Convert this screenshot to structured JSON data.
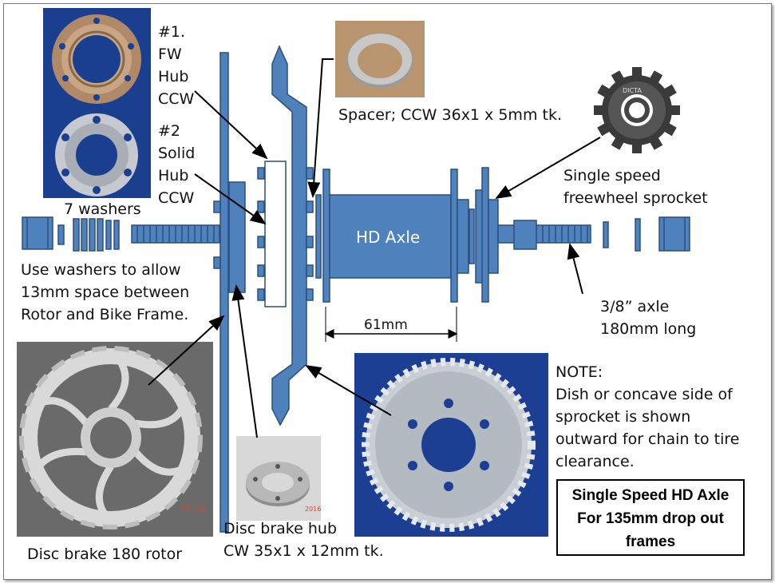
{
  "labels": {
    "fw_hub": [
      "#1.",
      "FW",
      "Hub",
      "CCW"
    ],
    "solid_hub": [
      "#2",
      "Solid",
      "Hub",
      "CCW"
    ],
    "washers_count": "7 washers",
    "washers_note": [
      "Use washers to allow",
      "13mm space between",
      "Rotor and Bike Frame."
    ],
    "spacer": "Spacer; CCW 36x1 x 5mm tk.",
    "freewheel": [
      "Single speed",
      "freewheel sprocket"
    ],
    "axle": "HD Axle",
    "dimension": "61mm",
    "axle_spec": [
      "3/8” axle",
      "180mm long"
    ],
    "note": [
      "NOTE:",
      "Dish or concave side of",
      "sprocket is shown",
      "outward for chain to tire",
      "clearance."
    ],
    "title_box": [
      "Single Speed HD Axle",
      "For 135mm drop out",
      "frames"
    ],
    "disc_rotor": "Disc brake 180 rotor",
    "disc_hub": [
      "Disc brake hub",
      "CW 35x1 x 12mm tk."
    ],
    "freewheel_print": "DICTA",
    "rotor_stamp": "2015/0",
    "hub_stamp": "2016/"
  },
  "colors": {
    "part_fill": "#4f81bd",
    "part_stroke": "#2a4f7c",
    "arrow": "#000000",
    "photo_bg_blue": "#1b3f8f"
  }
}
